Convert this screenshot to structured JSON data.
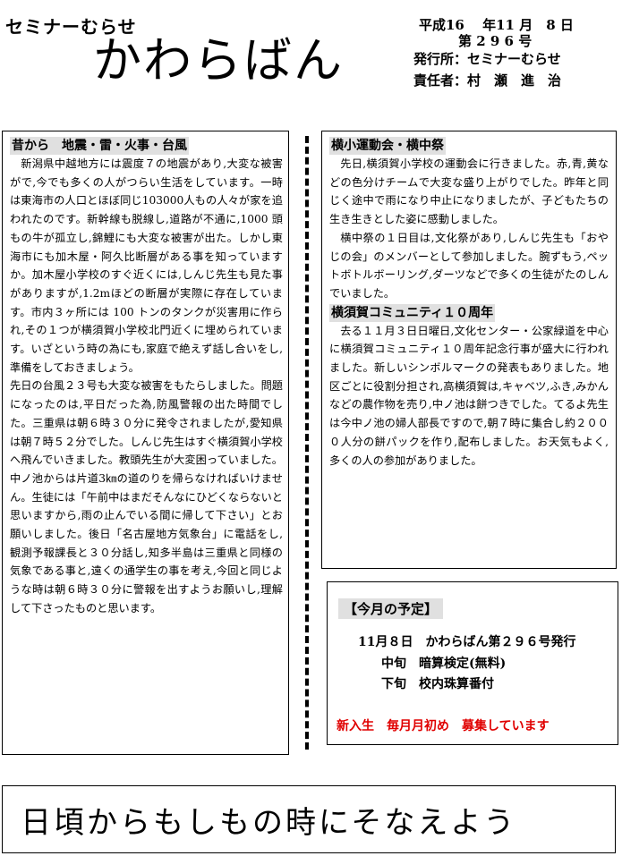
{
  "masthead": {
    "publisher_small": "セミナーむらせ",
    "title": "かわらばん",
    "date": "平成16　 年11 月　8 日",
    "issue": "第 2 9 6 号",
    "publisher": "発行所：セミナーむらせ",
    "responsible": "責任者：村　瀬　進　治"
  },
  "left_article": {
    "heading": "昔から　地震・雷・火事・台風",
    "p1": "新潟県中越地方には震度７の地震があり,大変な被害がで,今でも多くの人がつらい生活をしています。一時は東海市の人口とほぼ同じ103000人もの人々が家を追われたのです。新幹線も脱線し,道路が不通に,1000 頭もの牛が孤立し,錦鯉にも大変な被害が出た。しかし東海市にも加木屋・阿久比断層がある事を知っていますか。加木屋小学校のすぐ近くには,しんじ先生も見た事がありますが,1.2mほどの断層が実際に存在しています。市内３ヶ所には 100 トンのタンクが災害用に作られ,その１つが横須賀小学校北門近くに埋められています。いざという時の為にも,家庭で絶えず話し合いをし,準備をしておきましょう。",
    "p2": "先日の台風２３号も大変な被害をもたらしました。問題になったのは,平日だった為,防風警報の出た時間でした。三重県は朝６時３０分に発令されましたが,愛知県は朝７時５２分でした。しんじ先生はすぐ横須賀小学校へ飛んでいきました。教頭先生が大変困っていました。中ノ池からは片道3㎞の道のりを帰らなければいけません。生徒には「午前中はまだそんなにひどくならないと思いますから,雨の止んでいる間に帰して下さい」とお願いしました。後日「名古屋地方気象台」に電話をし,観測予報課長と３０分話し,知多半島は三重県と同様の気象である事と,遠くの通学生の事を考え,今回と同じような時は朝６時３０分に警報を出すようお願いし,理解して下さったものと思います。"
  },
  "right_article_1": {
    "heading": "横小運動会・横中祭",
    "p1": "先日,横須賀小学校の運動会に行きました。赤,青,黄などの色分けチームで大変な盛り上がりでした。昨年と同じく途中で雨になり中止になりましたが、子どもたちの生き生きとした姿に感動しました。",
    "p2": "横中祭の１日目は,文化祭があり,しんじ先生も「おやじの会」のメンバーとして参加しました。腕ずもう,ペットボトルボーリング,ダーツなどで多くの生徒がたのしんでいました。"
  },
  "right_article_2": {
    "heading": "横須賀コミュニティ１０周年",
    "p1": "去る１１月３日日曜日,文化センター・公家緑道を中心に横須賀コミュニティ１０周年記念行事が盛大に行われました。新しいシンボルマークの発表もありました。地区ごとに役割分担され,高横須賀は,キャベツ,ふき,みかんなどの農作物を売り,中ノ池は餅つきでした。てるよ先生は今中ノ池の婦人部長ですので,朝７時に集合し約２０００人分の餅パックを作り,配布しました。お天気もよく,多くの人の参加がありました。"
  },
  "schedule": {
    "title": "【今月の予定】",
    "line1": "11月８日　かわらばん第２９６号発行",
    "line2": "中旬　暗算検定(無料)",
    "line3": "下旬　校内珠算番付",
    "recruit": "新入生　毎月月初め　募集しています",
    "recruit_color": "#e00000"
  },
  "slogan": "日頃からもしもの時にそなえよう"
}
